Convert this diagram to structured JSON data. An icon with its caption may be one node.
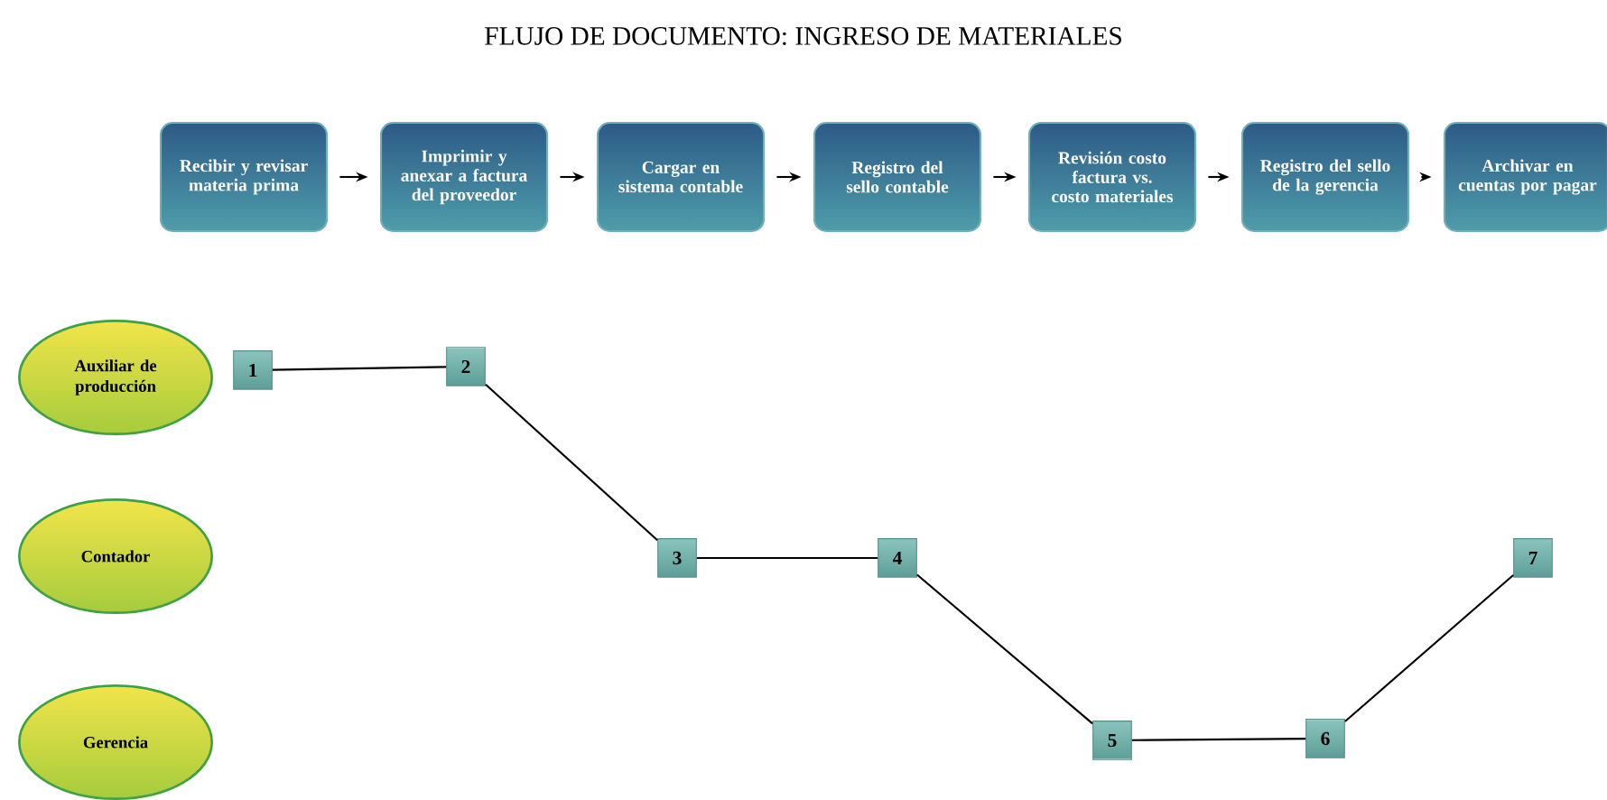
{
  "diagram": {
    "title": "FLUJO DE DOCUMENTO: INGRESO DE MATERIALES",
    "nodes": [
      {
        "text": [
          "Recibir y revisar materia prima"
        ]
      },
      {
        "text": [
          "Imprimir y anexar a factura del proveedor"
        ]
      },
      {
        "text": [
          "Cargar en sistema contable"
        ]
      },
      {
        "text": [
          "Registro del sello contable"
        ]
      },
      {
        "text": [
          "Revisión costo factura vs. costo materiales"
        ]
      },
      {
        "text": [
          "Registro del sello de la gerencia"
        ]
      },
      {
        "text": [
          "Archivar en cuentas por pagar"
        ]
      },
      {
        "text": [
          "Auxiliar de producción"
        ]
      },
      {
        "text": [
          "Contador"
        ]
      },
      {
        "text": [
          "Gerencia"
        ]
      },
      {
        "text": [
          "1"
        ]
      },
      {
        "text": [
          "2"
        ]
      },
      {
        "text": [
          "3"
        ]
      },
      {
        "text": [
          "4"
        ]
      },
      {
        "text": [
          "5"
        ]
      },
      {
        "text": [
          "6"
        ]
      },
      {
        "text": [
          "7"
        ]
      }
    ],
    "edges": [
      {
        "from": 0,
        "to": 1,
        "arrow": "to"
      },
      {
        "from": 1,
        "to": 2,
        "arrow": "to"
      },
      {
        "from": 2,
        "to": 3,
        "arrow": "to"
      },
      {
        "from": 3,
        "to": 4,
        "arrow": "to"
      },
      {
        "from": 4,
        "to": 5,
        "arrow": "to"
      },
      {
        "from": 5,
        "to": 6,
        "arrow": "to"
      },
      {
        "from": 10,
        "to": 11,
        "arrow": "none"
      },
      {
        "from": 11,
        "to": 12,
        "arrow": "none"
      },
      {
        "from": 12,
        "to": 13,
        "arrow": "none"
      },
      {
        "from": 13,
        "to": 14,
        "arrow": "none"
      },
      {
        "from": 14,
        "to": 15,
        "arrow": "none"
      },
      {
        "from": 15,
        "to": 16,
        "arrow": "none"
      }
    ]
  }
}
